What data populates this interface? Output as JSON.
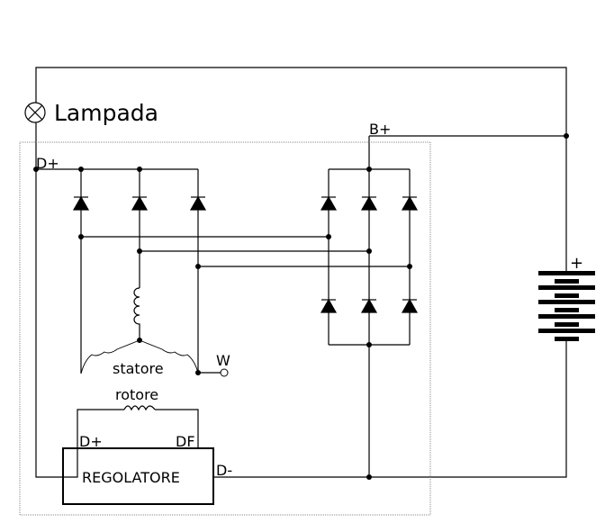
{
  "labels": {
    "lamp": "Lampada",
    "d_plus": "D+",
    "b_plus": "B+",
    "battery_plus": "+",
    "w": "W",
    "stator": "statore",
    "rotor": "rotore",
    "reg_d_plus": "D+",
    "reg_df": "DF",
    "regulator": "REGOLATORE",
    "d_minus": "D-"
  },
  "colors": {
    "line": "#000000",
    "frame": "#888888"
  }
}
